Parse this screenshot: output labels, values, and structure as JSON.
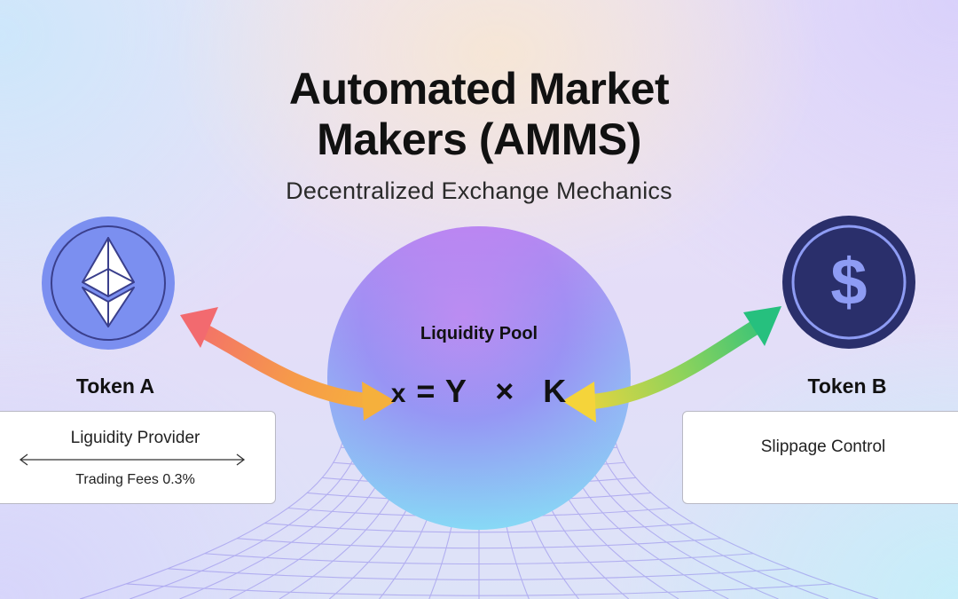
{
  "header": {
    "title_line1": "Automated Market",
    "title_line2": "Makers (AMMS)",
    "subtitle": "Decentralized Exchange Mechanics"
  },
  "pool": {
    "label": "Liquidity Pool",
    "formula_x": "x",
    "formula_eq": "=",
    "formula_y": "Y",
    "formula_times": "×",
    "formula_k": "K"
  },
  "token_a": {
    "label": "Token A",
    "icon": "ethereum-icon",
    "card": {
      "title": "Liguidity Provider",
      "fees": "Trading Fees 0.3%"
    }
  },
  "token_b": {
    "label": "Token B",
    "icon": "dollar-icon",
    "symbol": "$",
    "card": {
      "title": "Slippage Control"
    }
  },
  "colors": {
    "token_a_coin": "#7b8ff0",
    "token_b_coin": "#2a2f6b",
    "pool_top": "#c98af0",
    "pool_bottom": "#8fd3f7",
    "arrow_left_start": "#f26f6f",
    "arrow_left_end": "#f5a93f",
    "arrow_right_start": "#f4d23d",
    "arrow_right_end": "#2fc77c",
    "grid_line": "#8f86ea"
  }
}
